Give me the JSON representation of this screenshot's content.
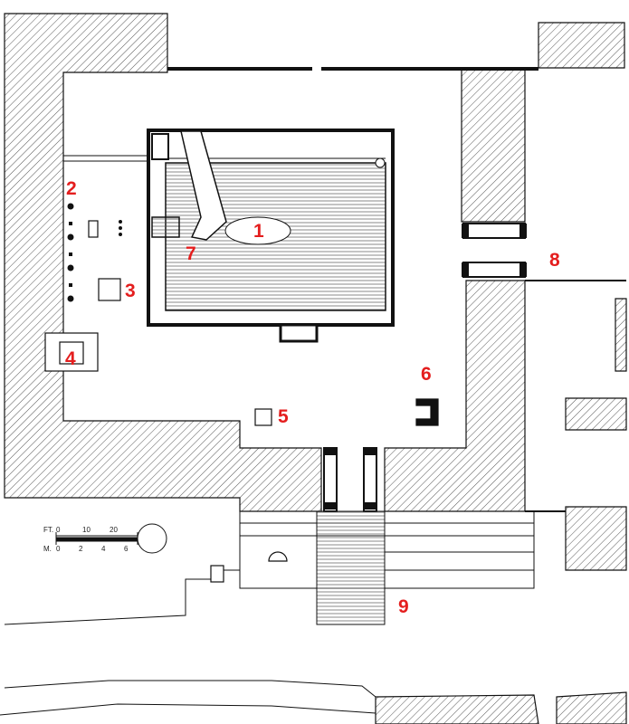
{
  "labels": [
    "1",
    "2",
    "3",
    "4",
    "5",
    "6",
    "7",
    "8",
    "9"
  ],
  "scale_bar": {
    "ft_label": "FT.",
    "ft_ticks": [
      "0",
      "10",
      "20"
    ],
    "m_label": "M.",
    "m_ticks": [
      "0",
      "2",
      "4",
      "6"
    ]
  },
  "colors": {
    "label": "#e41e1e",
    "line": "#111111",
    "hatch": "#333333"
  }
}
